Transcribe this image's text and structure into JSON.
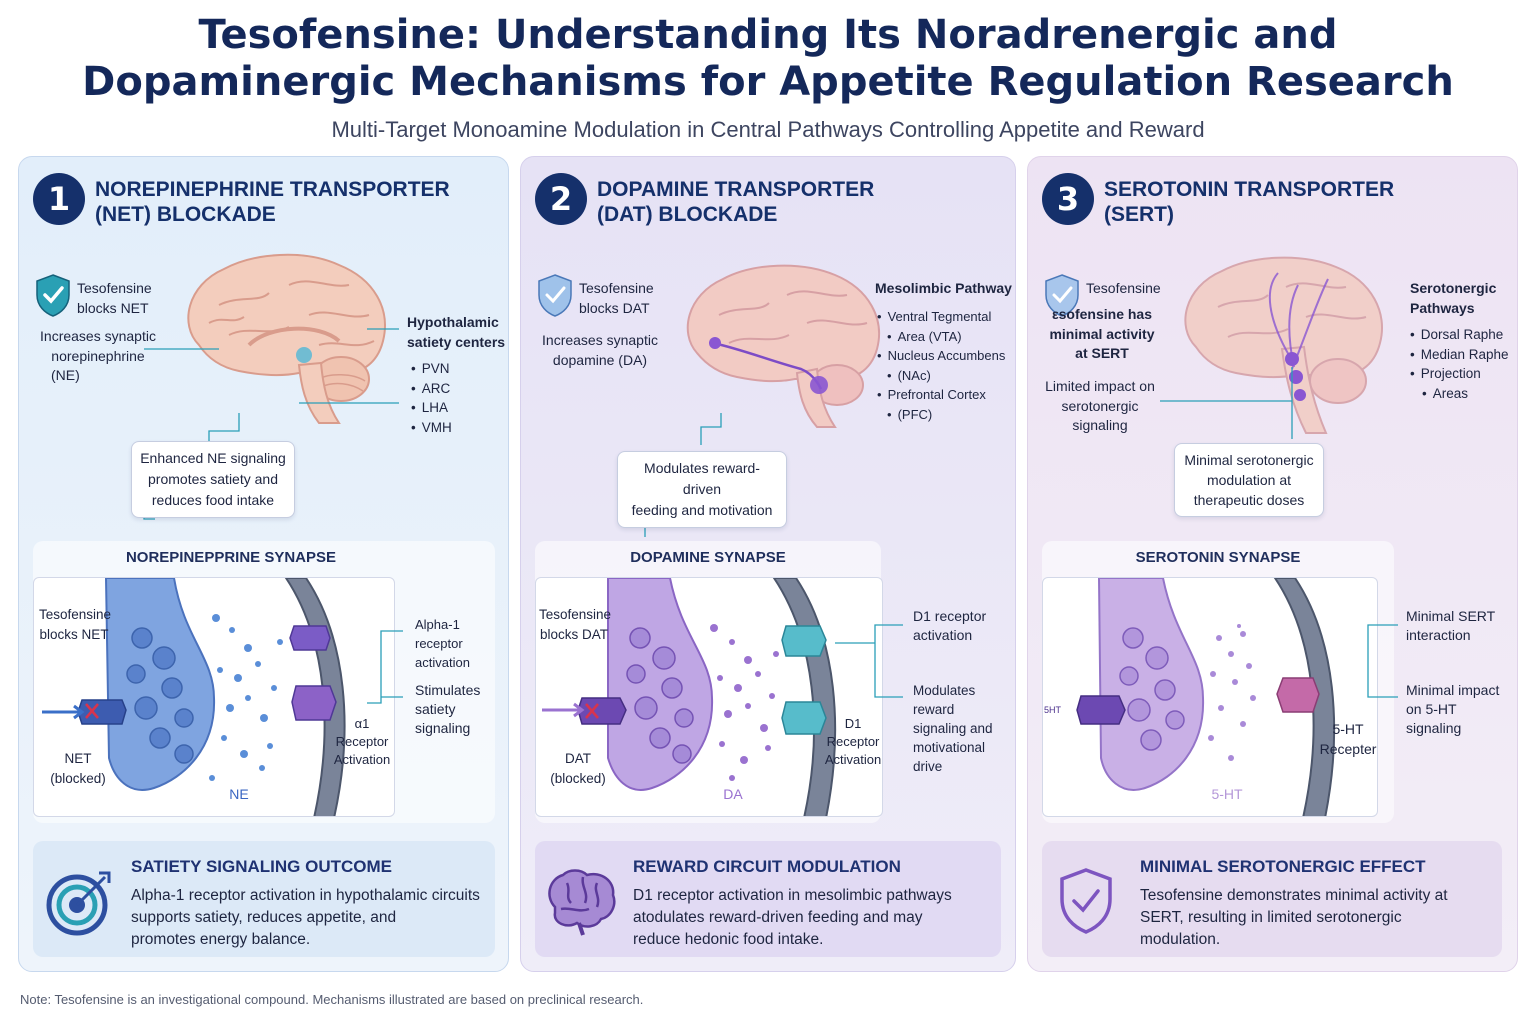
{
  "title": {
    "line1": "Tesofensine: Understanding Its Noradrenergic and",
    "line2": "Dopaminergic Mechanisms for Appetite Regulation Research",
    "subtitle": "Multi-Target Monoamine Modulation in Central Pathways Controlling Appetite and Reward"
  },
  "panels": [
    {
      "number": "1",
      "title_line1": "NOREPINEPHRINE TRANSPORTER",
      "title_line2": "(NET) BLOCKADE",
      "badge_line1": "Tesofensine",
      "badge_line2": "blocks NET",
      "effect_line1": "Increases synaptic",
      "effect_line2": "norepinephrine",
      "effect_line3": "(NE)",
      "pathway_title_line1": "Hypothalamic",
      "pathway_title_line2": "satiety centers",
      "pathway_items": [
        "PVN",
        "ARC",
        "LHA",
        "VMH"
      ],
      "callout_line1": "Enhanced NE signaling",
      "callout_line2": "promotes satiety and",
      "callout_line3": "reduces food intake",
      "synapse_title": "NOREPINEPPRINE SYNAPSE",
      "syn_drug_line1": "Tesofensine",
      "syn_drug_line2": "blocks NET",
      "transporter_line1": "NET",
      "transporter_line2": "(blocked)",
      "neurotransmitter": "NE",
      "receptor_line1": "α1",
      "receptor_line2": "Receptor",
      "receptor_line3": "Activation",
      "right1_line1": "Alpha-1 receptor",
      "right1_line2": "activation",
      "right2_line1": "Stimulates",
      "right2_line2": "satiety",
      "right2_line3": "signaling",
      "outcome_title": "SATIETY SIGNALING OUTCOME",
      "outcome_line1": "Alpha-1 receptor activation in hypothalamic circuits",
      "outcome_line2": "supports satiety, reduces appetite, and",
      "outcome_line3": "promotes energy balance.",
      "outcome_icon": "target-icon"
    },
    {
      "number": "2",
      "title_line1": "DOPAMINE TRANSPORTER",
      "title_line2": "(DAT) BLOCKADE",
      "badge_line1": "Tesofensine",
      "badge_line2": "blocks DAT",
      "effect_line1": "Increases synaptic",
      "effect_line2": "dopamine (DA)",
      "pathway_title_line1": "Mesolimbic Pathway",
      "pathway_items": [
        "Ventral Tegmental",
        "Area (VTA)",
        "Nucleus Accumbens",
        "(NAc)",
        "Prefrontal Cortex",
        "(PFC)"
      ],
      "callout_line1": "Modulates reward-driven",
      "callout_line2": "feeding and motivation",
      "synapse_title": "DOPAMINE SYNAPSE",
      "syn_drug_line1": "Tesofensine",
      "syn_drug_line2": "blocks DAT",
      "transporter_line1": "DAT",
      "transporter_line2": "(blocked)",
      "neurotransmitter": "DA",
      "receptor_line1": "D1",
      "receptor_line2": "Receptor",
      "receptor_line3": "Activation",
      "right1_line1": "D1 receptor",
      "right1_line2": "activation",
      "right2_line1": "Modulates reward",
      "right2_line2": "signaling and",
      "right2_line3": "motivational",
      "right2_line4": "drive",
      "outcome_title": "REWARD CIRCUIT MODULATION",
      "outcome_line1": "D1 receptor activation in mesolimbic pathways",
      "outcome_line2": "atodulates reward-driven feeding and may",
      "outcome_line3": "reduce hedonic food intake.",
      "outcome_icon": "brain-icon"
    },
    {
      "number": "3",
      "title_line1": "SEROTONIN TRANSPORTER",
      "title_line2": "(SERT)",
      "badge_line1": "Tesofensine",
      "badge_line2": "εsofensine has",
      "badge_line3": "minimal activity",
      "badge_line4": "at SERT",
      "effect_line1": "Limited impact on",
      "effect_line2": "serotonergic",
      "effect_line3": "signaling",
      "pathway_title_line1": "Serotonergic",
      "pathway_title_line2": "Pathways",
      "pathway_items": [
        "Dorsal Raphe",
        "Median Raphe",
        "Projection",
        "Areas"
      ],
      "callout_line1": "Minimal serotonergic",
      "callout_line2": "modulation at",
      "callout_line3": "therapeutic doses",
      "synapse_title": "SEROTONIN SYNAPSE",
      "syn_drug_label": "5HT",
      "neurotransmitter": "5-HT",
      "receptor_line1": "5-HT",
      "receptor_line2": "Recepter",
      "right1_line1": "Minimal SERT",
      "right1_line2": "interaction",
      "right2_line1": "Minimal impact",
      "right2_line2": "on 5-HT",
      "right2_line3": "signaling",
      "outcome_title": "MINIMAL SEROTONERGIC EFFECT",
      "outcome_line1": "Tesofensine demonstrates minimal activity at",
      "outcome_line2": "SERT, resulting in limited serotonergic",
      "outcome_line3": "modulation.",
      "outcome_icon": "shield-check-icon"
    }
  ],
  "note": "Note: Tesofensine is an investigational compound. Mechanisms illustrated are based on preclinical research.",
  "colors": {
    "navy": "#15306b",
    "teal": "#2a9fb8",
    "ne_blue": "#6f97de",
    "da_purple": "#a88cd6",
    "sert_purple": "#b497d8",
    "receptor_purple": "#8c62c7",
    "receptor_teal": "#57bccb",
    "receptor_pink": "#c46aa8",
    "blocker_red": "#d8344d"
  }
}
